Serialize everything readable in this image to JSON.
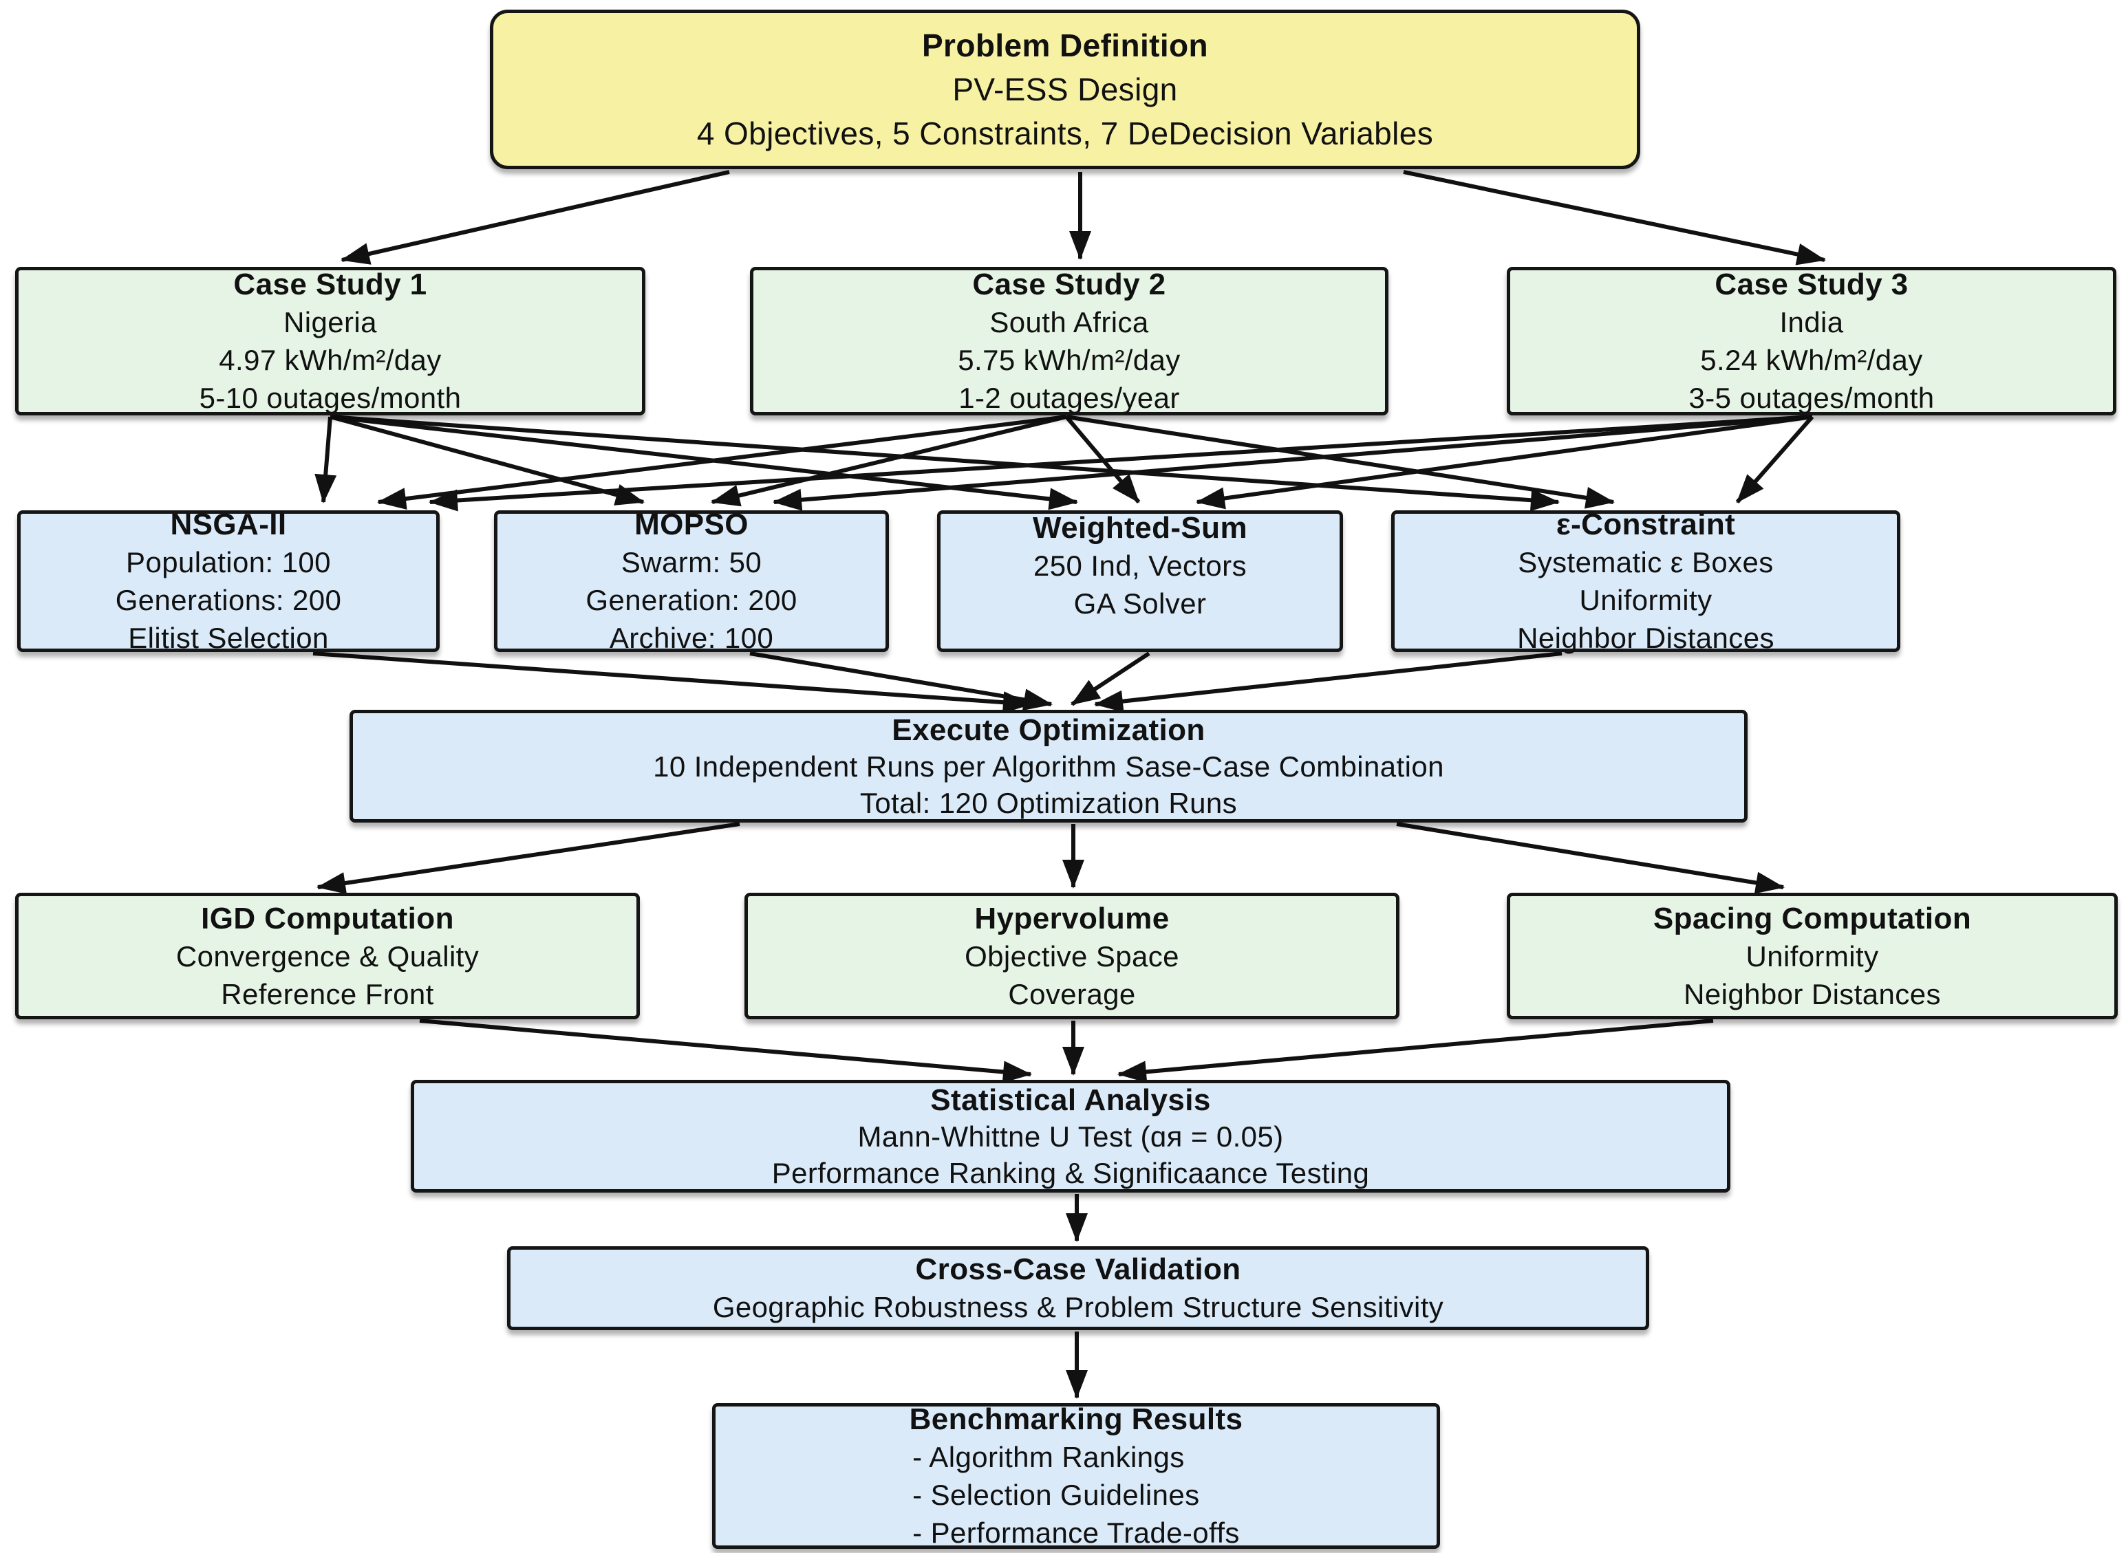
{
  "diagram_title": "PV-ESS design optimization benchmarking flowchart",
  "colors": {
    "yellow_node": "#f6f1a3",
    "green_node": "#e6f4e6",
    "blue_node": "#daeaf8",
    "node_border": "#151515",
    "arrow": "#111111",
    "background": "#ffffff"
  },
  "nodes": {
    "problem": {
      "lines": [
        "Problem Definition",
        "PV-ESS Design",
        "4 Objectives, 5 Constraints, 7 DeDecision Variables"
      ]
    },
    "case1": {
      "lines": [
        "Case Study 1",
        "Nigeria",
        "4.97 kWh/m²/day",
        "5-10 outages/month"
      ]
    },
    "case2": {
      "lines": [
        "Case Study 2",
        "South Africa",
        "5.75 kWh/m²/day",
        "1-2 outages/year"
      ]
    },
    "case3": {
      "lines": [
        "Case Study 3",
        "India",
        "5.24 kWh/m²/day",
        "3-5 outages/month"
      ]
    },
    "nsga2": {
      "lines": [
        "NSGA-II",
        "Population: 100",
        "Generations: 200",
        "Elitist Selection"
      ]
    },
    "mopso": {
      "lines": [
        "MOPSO",
        "Swarm: 50",
        "Generation: 200",
        "Archive: 100"
      ]
    },
    "weighted_sum": {
      "lines": [
        "Weighted-Sum",
        "250 Ind, Vectors",
        "GA Solver"
      ]
    },
    "e_constraint": {
      "lines": [
        "ε-Constraint",
        "Systematic ε Boxes",
        "Uniformity",
        "Neighbor Distances"
      ]
    },
    "execute": {
      "lines": [
        "Execute Optimization",
        "10 Independent Runs per Algorithm Sase-Case Combination",
        "Total: 120 Optimization Runs"
      ]
    },
    "igd": {
      "lines": [
        "IGD Computation",
        "Convergence & Quality",
        "Reference Front"
      ]
    },
    "hypervolume": {
      "lines": [
        "Hypervolume",
        "Objective Space",
        "Coverage"
      ]
    },
    "spacing": {
      "lines": [
        "Spacing Computation",
        "Uniformity",
        "Neighbor Distances"
      ]
    },
    "statistical": {
      "lines": [
        "Statistical Analysis",
        "Mann-Whittne U Test (ɑя = 0.05)",
        "Performance Ranking & Significaance Testing"
      ]
    },
    "cross_case": {
      "lines": [
        "Cross-Case Validation",
        "Geographic Robustness & Problem Structure Sensitivity"
      ]
    },
    "benchmark": {
      "lines": [
        "Benchmarking Results",
        "- Algorithm Rankings",
        "- Selection Guidelines",
        "- Performance Trade-offs"
      ]
    }
  }
}
